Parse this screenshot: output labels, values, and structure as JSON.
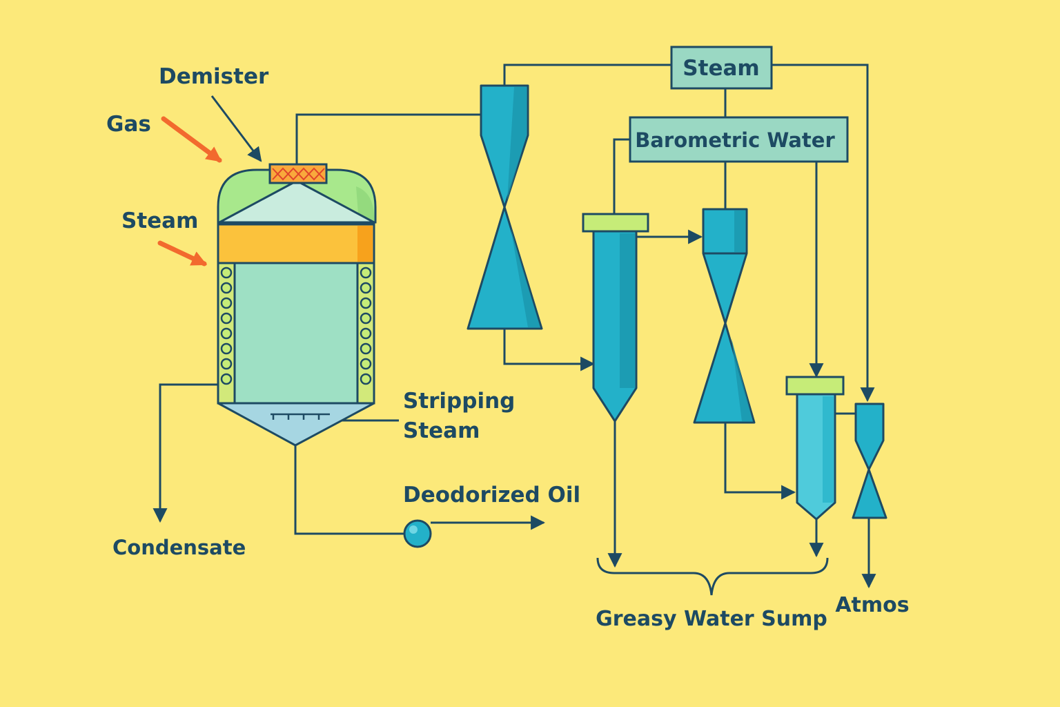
{
  "labels": {
    "demister": "Demister",
    "gas": "Gas",
    "steam_left": "Steam",
    "stripping_line1": "Stripping",
    "stripping_line2": "Steam",
    "deodorized_oil": "Deodorized Oil",
    "condensate": "Condensate",
    "steam_header": "Steam",
    "barometric_water": "Barometric Water",
    "greasy_water_sump": "Greasy Water Sump",
    "atmos": "Atmos"
  },
  "colors": {
    "background": "#fce97a",
    "line": "#1d4a63",
    "arrow_accent": "#f26a2e",
    "ejector": "#23b1c9",
    "header_box": "#9ad8c3",
    "vessel_body": "#9ee0c4",
    "vessel_top": "#a8e88c",
    "packing_band": "#fbc23c",
    "coil": "#c6ec78"
  },
  "icons": {
    "pump": "pump-circle-icon",
    "demister_mesh": "demister-mesh-icon"
  }
}
